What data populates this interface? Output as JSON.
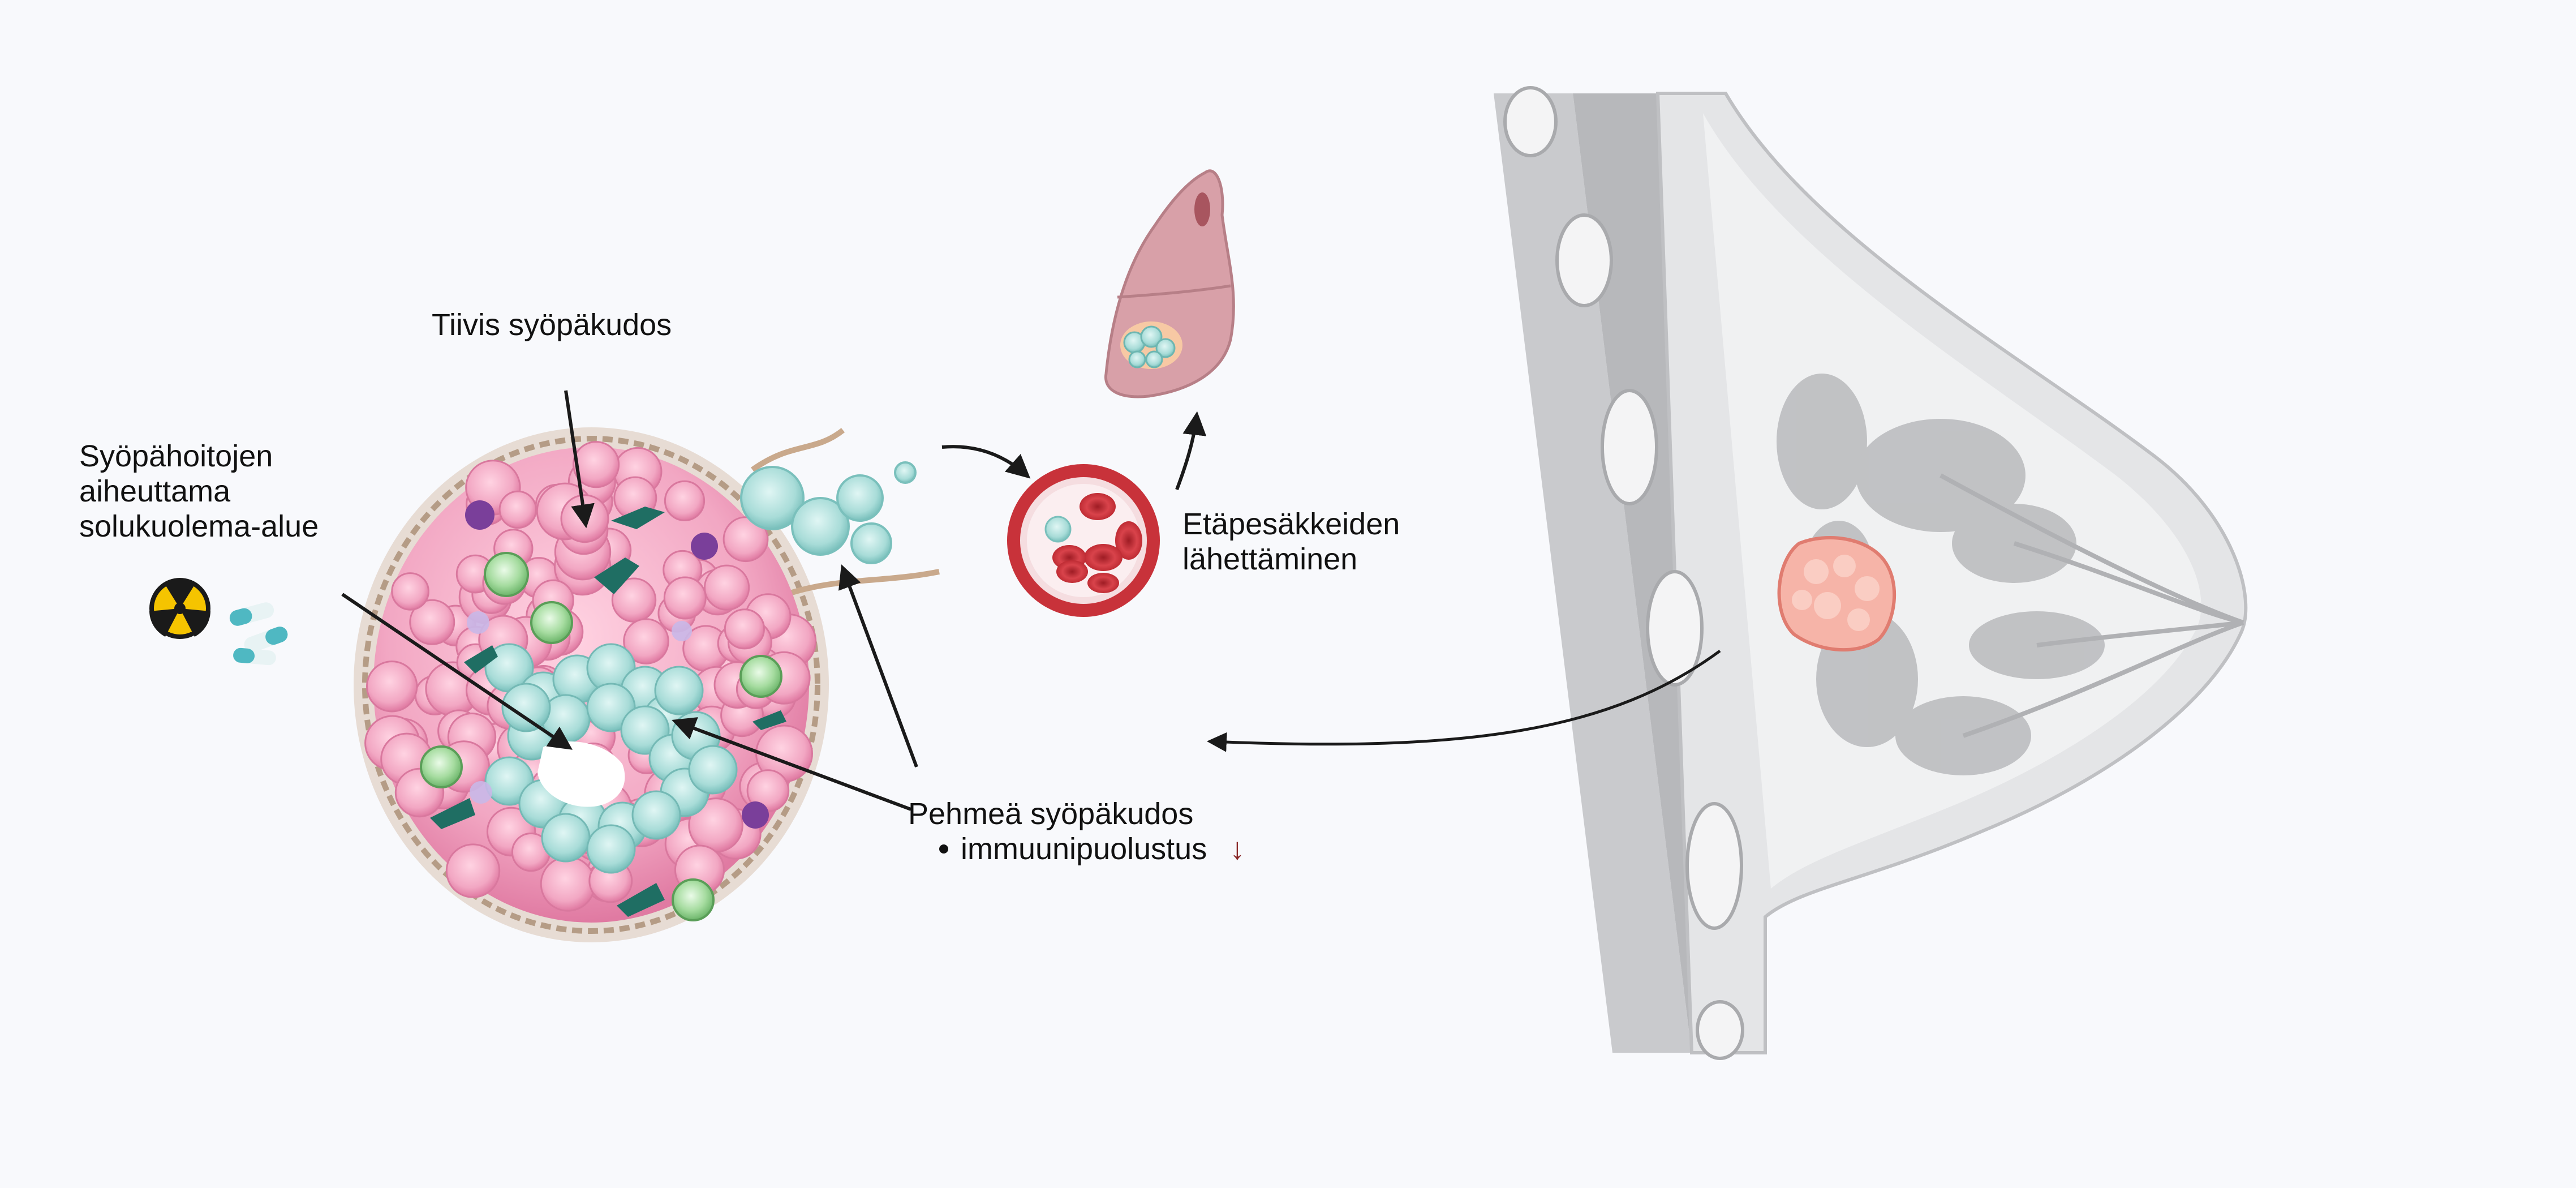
{
  "labels": {
    "dense_tissue": "Tiivis syöpäkudos",
    "necrosis_area": [
      "Syöpähoitojen",
      "aiheuttama",
      "solukuolema-alue"
    ],
    "metastasis": [
      "Etäpesäkkeiden",
      "lähettäminen"
    ],
    "soft_tissue": "Pehmeä syöpäkudos",
    "soft_tissue_bullet": "immuunipuolustus",
    "soft_tissue_bullet_indicator": "↓"
  },
  "colors": {
    "background": "#f8f9fc",
    "tumor_pink": "#f2a7c3",
    "soft_tissue_teal": "#a8dcd8",
    "lung": "#d8a0a8",
    "blood_cell_red": "#c8323a",
    "breast_gray": "#cfd0d2",
    "breast_tumor": "#f6b4a8",
    "arrow": "#1a1a1a",
    "down_indicator": "#8a2a2a"
  },
  "icons": [
    "radiation-icon",
    "capsule-icon",
    "lung-icon",
    "blood-vessel-icon",
    "breast-icon"
  ]
}
